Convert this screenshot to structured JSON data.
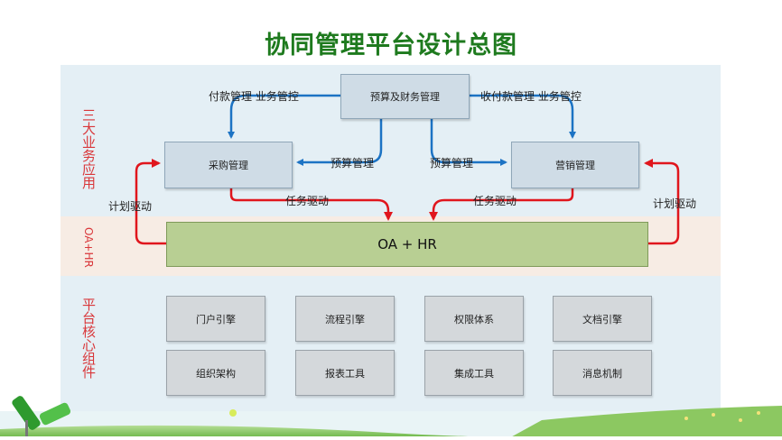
{
  "title": "协同管理平台设计总图",
  "sections": {
    "business": "三大业务应用",
    "oa_hr": "OA+HR",
    "core": "平台核心组件"
  },
  "boxes": {
    "budget_finance": "预算及财务管理",
    "procurement": "采购管理",
    "marketing": "营销管理",
    "oa_hr": "OA + HR"
  },
  "flow_labels": {
    "payment": "付款管理 业务管控",
    "collection": "收付款管理 业务管控",
    "budget_left": "预算管理",
    "budget_right": "预算管理",
    "task_left": "任务驱动",
    "task_right": "任务驱动",
    "plan_left": "计划驱动",
    "plan_right": "计划驱动"
  },
  "components": [
    "门户引擎",
    "流程引擎",
    "权限体系",
    "文档引擎",
    "组织架构",
    "报表工具",
    "集成工具",
    "消息机制"
  ],
  "colors": {
    "title": "#1e7a1e",
    "section_label": "#d9373a",
    "blue_arrow": "#1c73c4",
    "red_arrow": "#e0161d",
    "oa_fill": "#b8cf93"
  }
}
